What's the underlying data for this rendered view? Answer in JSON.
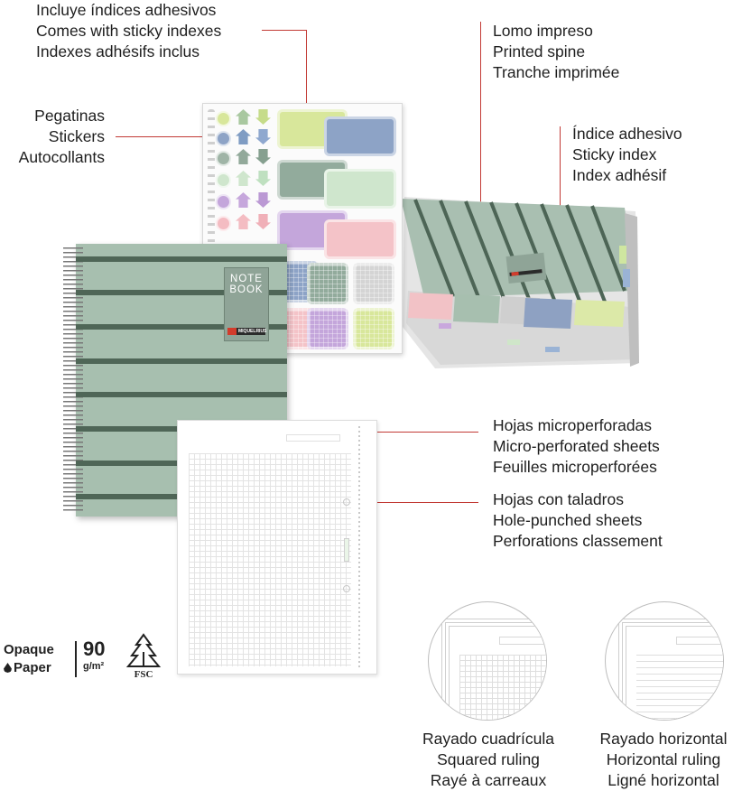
{
  "callouts": {
    "adhesive_indexes": [
      "Incluye índices adhesivos",
      "Comes with sticky indexes",
      "Indexes adhésifs inclus"
    ],
    "printed_spine": [
      "Lomo impreso",
      "Printed spine",
      "Tranche imprimée"
    ],
    "stickers": [
      "Pegatinas",
      "Stickers",
      "Autocollants"
    ],
    "sticky_index": [
      "Índice adhesivo",
      "Sticky index",
      "Index adhésif"
    ],
    "microperforated": [
      "Hojas microperforadas",
      "Micro-perforated sheets",
      "Feuilles microperforées"
    ],
    "hole_punched": [
      "Hojas con taladros",
      "Hole-punched sheets",
      "Perforations classement"
    ],
    "squared_ruling": [
      "Rayado cuadrícula",
      "Squared ruling",
      "Rayé à carreaux"
    ],
    "horizontal_ruling": [
      "Rayado horizontal",
      "Horizontal ruling",
      "Ligné horizontal"
    ]
  },
  "cover": {
    "title_line1": "NOTE",
    "title_line2": "BOOK",
    "brand": "MIQUELRIUS"
  },
  "badges": {
    "opaque_line1": "Opaque",
    "opaque_line2": "Paper",
    "weight_value": "90",
    "weight_unit": "g/m²",
    "fsc": "FSC"
  },
  "colors": {
    "accent_red": "#c23a35",
    "cover_green": "#a7bfaf",
    "stripe_dark": "#4f6657"
  }
}
